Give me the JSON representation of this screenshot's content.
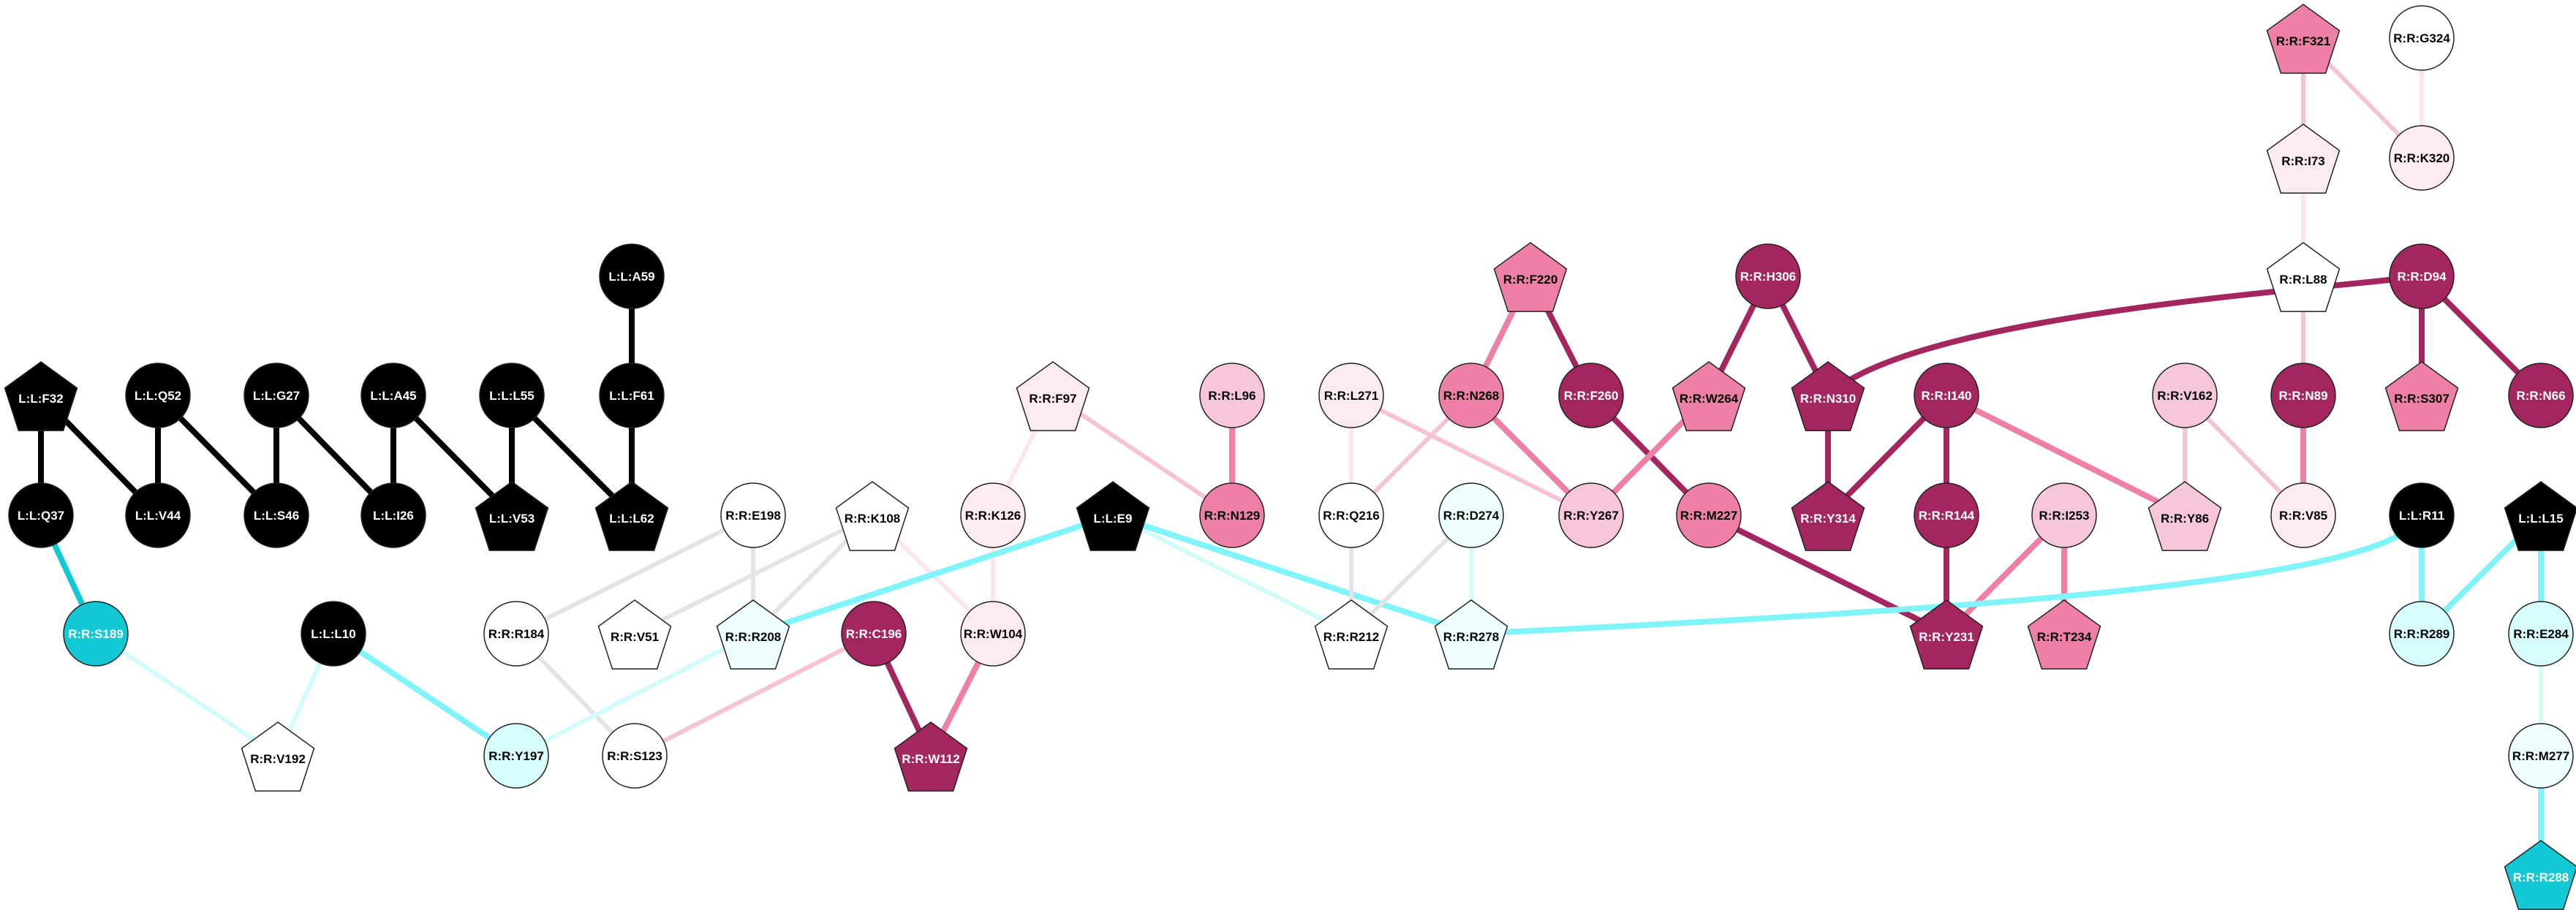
{
  "colors": {
    "black": "#000000",
    "white": "#ffffff",
    "cyan": "#12c8d4",
    "cyan_light": "#d6fcfc",
    "cyan_pale": "#eefdfd",
    "magenta_dark": "#a3265f",
    "pink_mid": "#ee80a8",
    "pink_light": "#f8c6da",
    "pink_pale": "#fdebf2",
    "edge_black": "#000000",
    "edge_cyan": "#12c8d4",
    "edge_cyan_light": "#80f4f8",
    "edge_cyan_pale": "#d2fbfb",
    "edge_gray": "#e4e4e4",
    "edge_magenta": "#a3265f",
    "edge_pink": "#ee80a8",
    "edge_pink_light": "#f6c2d6",
    "edge_pink_pale": "#fbe6ee"
  },
  "nodes": [
    {
      "id": "L:L:F32",
      "shape": "pentagon",
      "fill": "black"
    },
    {
      "id": "L:L:Q52",
      "shape": "circle",
      "fill": "black"
    },
    {
      "id": "L:L:G27",
      "shape": "circle",
      "fill": "black"
    },
    {
      "id": "L:L:A45",
      "shape": "circle",
      "fill": "black"
    },
    {
      "id": "L:L:L55",
      "shape": "circle",
      "fill": "black"
    },
    {
      "id": "L:L:A59",
      "shape": "circle",
      "fill": "black"
    },
    {
      "id": "L:L:F61",
      "shape": "circle",
      "fill": "black"
    },
    {
      "id": "L:L:Q37",
      "shape": "circle",
      "fill": "black"
    },
    {
      "id": "L:L:V44",
      "shape": "circle",
      "fill": "black"
    },
    {
      "id": "L:L:S46",
      "shape": "circle",
      "fill": "black"
    },
    {
      "id": "L:L:I26",
      "shape": "circle",
      "fill": "black"
    },
    {
      "id": "L:L:V53",
      "shape": "pentagon",
      "fill": "black"
    },
    {
      "id": "L:L:L62",
      "shape": "pentagon",
      "fill": "black"
    },
    {
      "id": "R:R:S189",
      "shape": "circle",
      "fill": "cyan"
    },
    {
      "id": "L:L:L10",
      "shape": "circle",
      "fill": "black"
    },
    {
      "id": "R:R:V192",
      "shape": "pentagon",
      "fill": "white"
    },
    {
      "id": "R:R:Y197",
      "shape": "circle",
      "fill": "cyan_light"
    },
    {
      "id": "R:R:E198",
      "shape": "circle",
      "fill": "white"
    },
    {
      "id": "R:R:K108",
      "shape": "pentagon",
      "fill": "white"
    },
    {
      "id": "R:R:R184",
      "shape": "circle",
      "fill": "white"
    },
    {
      "id": "R:R:V51",
      "shape": "pentagon",
      "fill": "white"
    },
    {
      "id": "R:R:R208",
      "shape": "pentagon",
      "fill": "cyan_pale"
    },
    {
      "id": "R:R:S123",
      "shape": "circle",
      "fill": "white"
    },
    {
      "id": "R:R:C196",
      "shape": "circle",
      "fill": "magenta_dark"
    },
    {
      "id": "R:R:W112",
      "shape": "pentagon",
      "fill": "magenta_dark"
    },
    {
      "id": "R:R:F97",
      "shape": "pentagon",
      "fill": "pink_pale"
    },
    {
      "id": "R:R:K126",
      "shape": "circle",
      "fill": "pink_pale"
    },
    {
      "id": "R:R:W104",
      "shape": "circle",
      "fill": "pink_pale"
    },
    {
      "id": "L:L:E9",
      "shape": "pentagon",
      "fill": "black"
    },
    {
      "id": "R:R:L96",
      "shape": "circle",
      "fill": "pink_light"
    },
    {
      "id": "R:R:N129",
      "shape": "circle",
      "fill": "pink_mid"
    },
    {
      "id": "R:R:L271",
      "shape": "circle",
      "fill": "pink_pale"
    },
    {
      "id": "R:R:Q216",
      "shape": "circle",
      "fill": "white"
    },
    {
      "id": "R:R:D274",
      "shape": "circle",
      "fill": "cyan_pale"
    },
    {
      "id": "R:R:R212",
      "shape": "pentagon",
      "fill": "white"
    },
    {
      "id": "R:R:R278",
      "shape": "pentagon",
      "fill": "cyan_pale"
    },
    {
      "id": "R:R:F220",
      "shape": "pentagon",
      "fill": "pink_mid"
    },
    {
      "id": "R:R:N268",
      "shape": "circle",
      "fill": "pink_mid"
    },
    {
      "id": "R:R:F260",
      "shape": "circle",
      "fill": "magenta_dark"
    },
    {
      "id": "R:R:Y267",
      "shape": "circle",
      "fill": "pink_light"
    },
    {
      "id": "R:R:M227",
      "shape": "circle",
      "fill": "pink_mid"
    },
    {
      "id": "R:R:H306",
      "shape": "circle",
      "fill": "magenta_dark"
    },
    {
      "id": "R:R:W264",
      "shape": "pentagon",
      "fill": "pink_mid"
    },
    {
      "id": "R:R:N310",
      "shape": "pentagon",
      "fill": "magenta_dark"
    },
    {
      "id": "R:R:Y314",
      "shape": "pentagon",
      "fill": "magenta_dark"
    },
    {
      "id": "R:R:I140",
      "shape": "circle",
      "fill": "magenta_dark"
    },
    {
      "id": "R:R:R144",
      "shape": "circle",
      "fill": "magenta_dark"
    },
    {
      "id": "R:R:Y231",
      "shape": "pentagon",
      "fill": "magenta_dark"
    },
    {
      "id": "R:R:I253",
      "shape": "circle",
      "fill": "pink_light"
    },
    {
      "id": "R:R:T234",
      "shape": "pentagon",
      "fill": "pink_mid"
    },
    {
      "id": "R:R:V162",
      "shape": "circle",
      "fill": "pink_light"
    },
    {
      "id": "R:R:Y86",
      "shape": "pentagon",
      "fill": "pink_light"
    },
    {
      "id": "R:R:V85",
      "shape": "circle",
      "fill": "pink_pale"
    },
    {
      "id": "R:R:F321",
      "shape": "pentagon",
      "fill": "pink_mid"
    },
    {
      "id": "R:R:G324",
      "shape": "circle",
      "fill": "white"
    },
    {
      "id": "R:R:I73",
      "shape": "pentagon",
      "fill": "pink_pale"
    },
    {
      "id": "R:R:K320",
      "shape": "circle",
      "fill": "pink_pale"
    },
    {
      "id": "R:R:L88",
      "shape": "pentagon",
      "fill": "white"
    },
    {
      "id": "R:R:D94",
      "shape": "circle",
      "fill": "magenta_dark"
    },
    {
      "id": "R:R:N89",
      "shape": "circle",
      "fill": "magenta_dark"
    },
    {
      "id": "R:R:S307",
      "shape": "pentagon",
      "fill": "pink_mid"
    },
    {
      "id": "R:R:N66",
      "shape": "circle",
      "fill": "magenta_dark"
    },
    {
      "id": "L:L:R11",
      "shape": "circle",
      "fill": "black"
    },
    {
      "id": "L:L:L15",
      "shape": "pentagon",
      "fill": "black"
    },
    {
      "id": "R:R:R289",
      "shape": "circle",
      "fill": "cyan_light"
    },
    {
      "id": "R:R:E284",
      "shape": "circle",
      "fill": "cyan_light"
    },
    {
      "id": "R:R:M277",
      "shape": "circle",
      "fill": "cyan_pale"
    },
    {
      "id": "R:R:R288",
      "shape": "pentagon",
      "fill": "cyan"
    }
  ],
  "edges": [
    {
      "from": "L:L:F32",
      "to": "L:L:Q37",
      "color": "edge_black",
      "weight": "thick"
    },
    {
      "from": "L:L:F32",
      "to": "L:L:V44",
      "color": "edge_black",
      "weight": "thick"
    },
    {
      "from": "L:L:Q52",
      "to": "L:L:V44",
      "color": "edge_black",
      "weight": "thick"
    },
    {
      "from": "L:L:Q52",
      "to": "L:L:S46",
      "color": "edge_black",
      "weight": "thick"
    },
    {
      "from": "L:L:G27",
      "to": "L:L:S46",
      "color": "edge_black",
      "weight": "thick"
    },
    {
      "from": "L:L:G27",
      "to": "L:L:I26",
      "color": "edge_black",
      "weight": "thick"
    },
    {
      "from": "L:L:A45",
      "to": "L:L:I26",
      "color": "edge_black",
      "weight": "thick"
    },
    {
      "from": "L:L:A45",
      "to": "L:L:V53",
      "color": "edge_black",
      "weight": "thick"
    },
    {
      "from": "L:L:L55",
      "to": "L:L:V53",
      "color": "edge_black",
      "weight": "thick"
    },
    {
      "from": "L:L:L55",
      "to": "L:L:L62",
      "color": "edge_black",
      "weight": "thick"
    },
    {
      "from": "L:L:A59",
      "to": "L:L:F61",
      "color": "edge_black",
      "weight": "thick"
    },
    {
      "from": "L:L:F61",
      "to": "L:L:L62",
      "color": "edge_black",
      "weight": "thick"
    },
    {
      "from": "L:L:Q37",
      "to": "R:R:S189",
      "color": "edge_cyan",
      "weight": "thick"
    },
    {
      "from": "R:R:S189",
      "to": "R:R:V192",
      "color": "edge_cyan_pale",
      "weight": "normal"
    },
    {
      "from": "L:L:L10",
      "to": "R:R:V192",
      "color": "edge_cyan_pale",
      "weight": "normal"
    },
    {
      "from": "L:L:L10",
      "to": "R:R:Y197",
      "color": "edge_cyan_light",
      "weight": "thick"
    },
    {
      "from": "R:R:E198",
      "to": "R:R:R184",
      "color": "edge_gray",
      "weight": "normal"
    },
    {
      "from": "R:R:E198",
      "to": "R:R:R208",
      "color": "edge_gray",
      "weight": "normal"
    },
    {
      "from": "R:R:K108",
      "to": "R:R:V51",
      "color": "edge_gray",
      "weight": "normal"
    },
    {
      "from": "R:R:K108",
      "to": "R:R:R208",
      "color": "edge_gray",
      "weight": "normal"
    },
    {
      "from": "R:R:K108",
      "to": "R:R:W104",
      "color": "edge_pink_pale",
      "weight": "normal"
    },
    {
      "from": "R:R:R184",
      "to": "R:R:S123",
      "color": "edge_gray",
      "weight": "normal"
    },
    {
      "from": "R:R:R208",
      "to": "R:R:Y197",
      "color": "edge_cyan_pale",
      "weight": "normal"
    },
    {
      "from": "R:R:C196",
      "to": "R:R:S123",
      "color": "edge_pink_light",
      "weight": "normal"
    },
    {
      "from": "R:R:C196",
      "to": "R:R:W112",
      "color": "edge_magenta",
      "weight": "thick"
    },
    {
      "from": "R:R:W104",
      "to": "R:R:W112",
      "color": "edge_pink",
      "weight": "thick"
    },
    {
      "from": "R:R:F97",
      "to": "R:R:K126",
      "color": "edge_pink_pale",
      "weight": "normal"
    },
    {
      "from": "R:R:F97",
      "to": "R:R:N129",
      "color": "edge_pink_light",
      "weight": "normal"
    },
    {
      "from": "R:R:K126",
      "to": "R:R:W104",
      "color": "edge_pink_pale",
      "weight": "normal"
    },
    {
      "from": "R:R:L96",
      "to": "R:R:N129",
      "color": "edge_pink",
      "weight": "thick"
    },
    {
      "from": "L:L:E9",
      "to": "R:R:R208",
      "color": "edge_cyan_light",
      "weight": "thick"
    },
    {
      "from": "L:L:E9",
      "to": "R:R:R212",
      "color": "edge_cyan_pale",
      "weight": "normal"
    },
    {
      "from": "L:L:E9",
      "to": "R:R:R278",
      "color": "edge_cyan_light",
      "weight": "thick"
    },
    {
      "from": "R:R:L271",
      "to": "R:R:Q216",
      "color": "edge_pink_pale",
      "weight": "normal"
    },
    {
      "from": "R:R:L271",
      "to": "R:R:Y267",
      "color": "edge_pink_light",
      "weight": "normal"
    },
    {
      "from": "R:R:Q216",
      "to": "R:R:R212",
      "color": "edge_gray",
      "weight": "normal"
    },
    {
      "from": "R:R:Q216",
      "to": "R:R:N268",
      "color": "edge_pink_light",
      "weight": "normal"
    },
    {
      "from": "R:R:D274",
      "to": "R:R:R212",
      "color": "edge_gray",
      "weight": "normal"
    },
    {
      "from": "R:R:D274",
      "to": "R:R:R278",
      "color": "edge_cyan_pale",
      "weight": "normal"
    },
    {
      "from": "R:R:F220",
      "to": "R:R:N268",
      "color": "edge_pink",
      "weight": "thick"
    },
    {
      "from": "R:R:F220",
      "to": "R:R:F260",
      "color": "edge_magenta",
      "weight": "thick"
    },
    {
      "from": "R:R:N268",
      "to": "R:R:Y267",
      "color": "edge_pink",
      "weight": "thick"
    },
    {
      "from": "R:R:F260",
      "to": "R:R:M227",
      "color": "edge_magenta",
      "weight": "thick"
    },
    {
      "from": "R:R:W264",
      "to": "R:R:Y267",
      "color": "edge_pink",
      "weight": "thick"
    },
    {
      "from": "R:R:H306",
      "to": "R:R:W264",
      "color": "edge_magenta",
      "weight": "thick"
    },
    {
      "from": "R:R:H306",
      "to": "R:R:N310",
      "color": "edge_magenta",
      "weight": "thick"
    },
    {
      "from": "R:R:N310",
      "to": "R:R:Y314",
      "color": "edge_magenta",
      "weight": "thick"
    },
    {
      "from": "R:R:N310",
      "to": "R:R:D94",
      "color": "edge_magenta",
      "weight": "thick",
      "curve": "arc"
    },
    {
      "from": "R:R:I140",
      "to": "R:R:Y314",
      "color": "edge_magenta",
      "weight": "thick"
    },
    {
      "from": "R:R:I140",
      "to": "R:R:R144",
      "color": "edge_magenta",
      "weight": "thick"
    },
    {
      "from": "R:R:I140",
      "to": "R:R:Y86",
      "color": "edge_pink",
      "weight": "thick"
    },
    {
      "from": "R:R:M227",
      "to": "R:R:Y231",
      "color": "edge_magenta",
      "weight": "thick"
    },
    {
      "from": "R:R:R144",
      "to": "R:R:Y231",
      "color": "edge_magenta",
      "weight": "thick"
    },
    {
      "from": "R:R:I253",
      "to": "R:R:Y231",
      "color": "edge_pink",
      "weight": "thick"
    },
    {
      "from": "R:R:I253",
      "to": "R:R:T234",
      "color": "edge_pink",
      "weight": "thick"
    },
    {
      "from": "R:R:V162",
      "to": "R:R:Y86",
      "color": "edge_pink_light",
      "weight": "normal"
    },
    {
      "from": "R:R:V162",
      "to": "R:R:V85",
      "color": "edge_pink_light",
      "weight": "normal"
    },
    {
      "from": "R:R:F321",
      "to": "R:R:I73",
      "color": "edge_pink_light",
      "weight": "normal"
    },
    {
      "from": "R:R:F321",
      "to": "R:R:K320",
      "color": "edge_pink_light",
      "weight": "normal"
    },
    {
      "from": "R:R:G324",
      "to": "R:R:K320",
      "color": "edge_pink_pale",
      "weight": "normal"
    },
    {
      "from": "R:R:I73",
      "to": "R:R:L88",
      "color": "edge_pink_pale",
      "weight": "normal"
    },
    {
      "from": "R:R:L88",
      "to": "R:R:N89",
      "color": "edge_pink_light",
      "weight": "normal"
    },
    {
      "from": "R:R:N89",
      "to": "R:R:V85",
      "color": "edge_pink",
      "weight": "thick"
    },
    {
      "from": "R:R:D94",
      "to": "R:R:S307",
      "color": "edge_magenta",
      "weight": "thick"
    },
    {
      "from": "R:R:D94",
      "to": "R:R:N66",
      "color": "edge_magenta",
      "weight": "thick"
    },
    {
      "from": "L:L:R11",
      "to": "R:R:R278",
      "color": "edge_cyan_light",
      "weight": "thick",
      "curve": "arc"
    },
    {
      "from": "L:L:R11",
      "to": "R:R:R289",
      "color": "edge_cyan_light",
      "weight": "thick"
    },
    {
      "from": "L:L:L15",
      "to": "R:R:R289",
      "color": "edge_cyan_light",
      "weight": "thick"
    },
    {
      "from": "L:L:L15",
      "to": "R:R:E284",
      "color": "edge_cyan_light",
      "weight": "thick"
    },
    {
      "from": "R:R:E284",
      "to": "R:R:M277",
      "color": "edge_cyan_pale",
      "weight": "normal"
    },
    {
      "from": "R:R:M277",
      "to": "R:R:R288",
      "color": "edge_cyan_light",
      "weight": "thick"
    }
  ]
}
